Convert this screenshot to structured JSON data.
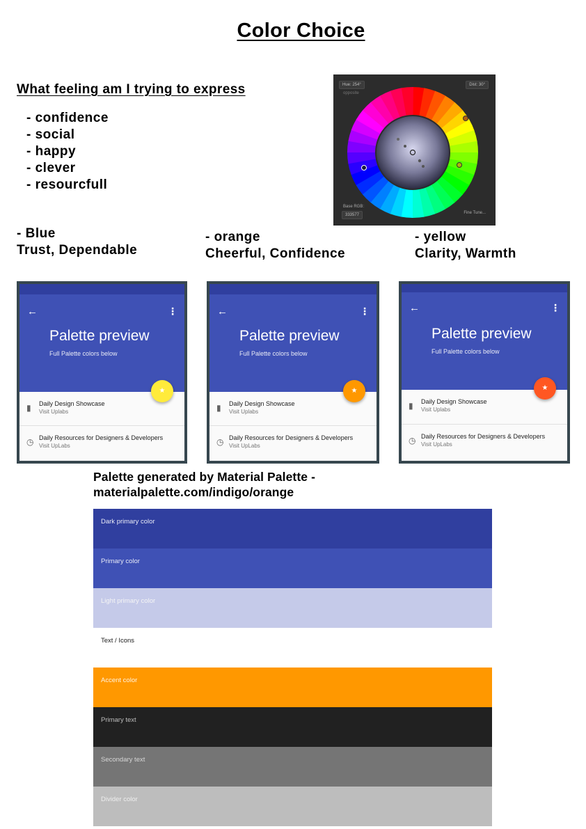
{
  "title": "Color Choice",
  "feelings": {
    "heading": "What feeling am I trying to express",
    "items": [
      "- confidence",
      "- social",
      "- happy",
      "- clever",
      "- resourcfull"
    ]
  },
  "color_wheel": {
    "hue_label": "Hue: 254°",
    "dist_label": "Dist: 30°",
    "mode_label": "opposite",
    "base_label": "Base RGB:",
    "base_value": "333577",
    "fine_tune_label": "Fine Tune..."
  },
  "color_notes": [
    {
      "color": "- Blue",
      "meaning": "Trust, Dependable"
    },
    {
      "color": "- orange",
      "meaning": "Cheerful, Confidence"
    },
    {
      "color": "- yellow",
      "meaning": "Clarity, Warmth"
    }
  ],
  "previews": [
    {
      "title": "Palette preview",
      "subtitle": "Full Palette colors below",
      "fab_color": "#ffeb3b",
      "rows": [
        {
          "title": "Daily Design Showcase",
          "sub": "Visit Uplabs"
        },
        {
          "title": "Daily Resources for Designers & Developers",
          "sub": "Visit UpLabs"
        }
      ]
    },
    {
      "title": "Palette preview",
      "subtitle": "Full Palette colors below",
      "fab_color": "#ff9800",
      "rows": [
        {
          "title": "Daily Design Showcase",
          "sub": "Visit Uplabs"
        },
        {
          "title": "Daily Resources for Designers & Developers",
          "sub": "Visit UpLabs"
        }
      ]
    },
    {
      "title": "Palette preview",
      "subtitle": "Full Palette colors below",
      "fab_color": "#ff5722",
      "rows": [
        {
          "title": "Daily Design Showcase",
          "sub": "Visit Uplabs"
        },
        {
          "title": "Daily Resources for Designers & Developers",
          "sub": "Visit UpLabs"
        }
      ]
    }
  ],
  "palette": {
    "heading_line1": "Palette generated by Material Palette -",
    "heading_line2": "materialpalette.com/indigo/orange",
    "swatches": [
      {
        "label": "Dark primary color",
        "color": "#303f9f",
        "text_color": "#e8eaf6"
      },
      {
        "label": "Primary color",
        "color": "#3f51b5",
        "text_color": "#e8eaf6"
      },
      {
        "label": "Light primary color",
        "color": "#c5cae9",
        "text_color": "#f5f5f5"
      },
      {
        "label": "Text / Icons",
        "color": "#ffffff",
        "text_color": "#212121"
      },
      {
        "label": "Accent color",
        "color": "#ff9800",
        "text_color": "#fff3e0"
      },
      {
        "label": "Primary text",
        "color": "#212121",
        "text_color": "#bdbdbd"
      },
      {
        "label": "Secondary text",
        "color": "#757575",
        "text_color": "#d6d6d6"
      },
      {
        "label": "Divider color",
        "color": "#bdbdbd",
        "text_color": "#eeeeee"
      }
    ]
  }
}
